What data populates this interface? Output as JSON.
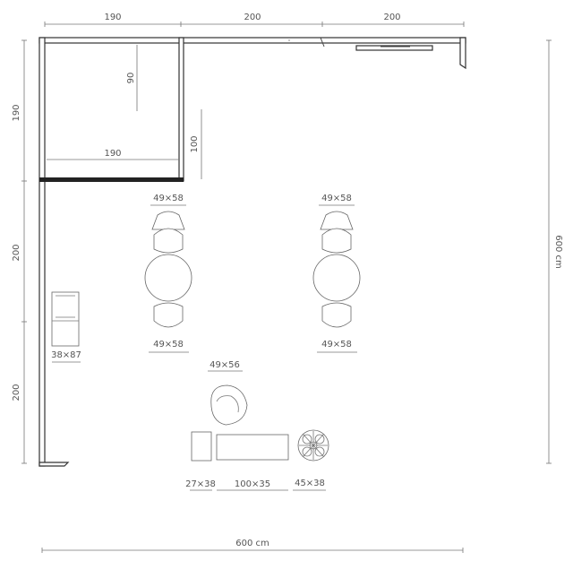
{
  "dimensions": {
    "top_1": "190",
    "top_2": "200",
    "top_3": "200",
    "left_1": "190",
    "left_2": "200",
    "left_3": "200",
    "inner_90": "90",
    "inner_100": "100",
    "inner_190": "190",
    "total_right": "600 cm",
    "total_bottom": "600 cm",
    "chair_top_left": "49×58",
    "chair_top_right": "49×58",
    "chair_bottom_left": "49×58",
    "chair_bottom_right": "49×58",
    "shelf": "38×87",
    "armchair": "49×56",
    "side_table": "27×38",
    "bench": "100×35",
    "plant": "45×38"
  },
  "colors": {
    "line": "#444444",
    "text": "#555555"
  }
}
